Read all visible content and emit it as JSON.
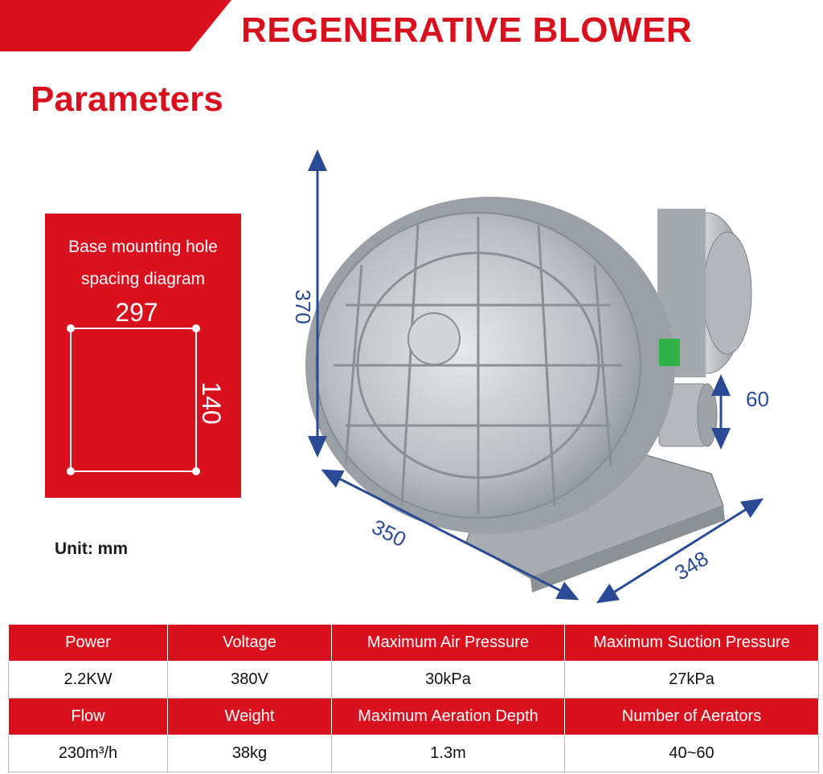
{
  "header": {
    "title": "REGENERATIVE BLOWER"
  },
  "section": {
    "title": "Parameters"
  },
  "mounting": {
    "caption_line1": "Base mounting hole",
    "caption_line2": "spacing diagram",
    "width_label": "297",
    "depth_label": "140"
  },
  "unit": {
    "label": "Unit: mm"
  },
  "dimensions": {
    "height": "370",
    "length": "350",
    "width": "348",
    "outlet": "60"
  },
  "colors": {
    "accent": "#d9101d",
    "dimension_line": "#2b4a95",
    "body": "#b9bdc1"
  },
  "specs": {
    "rows": [
      {
        "type": "head",
        "cells": [
          "Power",
          "Voltage",
          "Maximum Air Pressure",
          "Maximum Suction Pressure"
        ]
      },
      {
        "type": "vals",
        "cells": [
          "2.2KW",
          "380V",
          "30kPa",
          "27kPa"
        ]
      },
      {
        "type": "head",
        "cells": [
          "Flow",
          "Weight",
          "Maximum Aeration Depth",
          "Number of Aerators"
        ]
      },
      {
        "type": "vals",
        "cells": [
          "230m³/h",
          "38kg",
          "1.3m",
          "40~60"
        ]
      }
    ]
  }
}
